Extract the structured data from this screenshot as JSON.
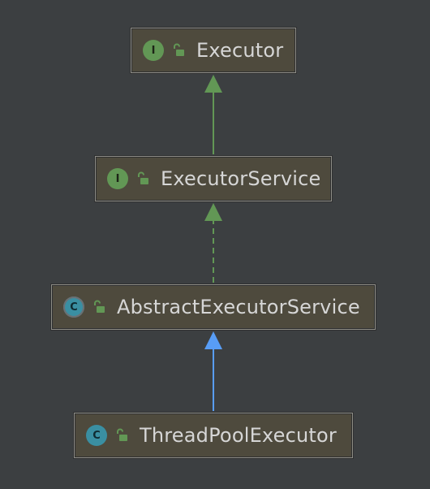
{
  "diagram": {
    "nodes": [
      {
        "id": "executor",
        "kind": "interface",
        "badge_letter": "I",
        "label": "Executor",
        "icon": "unlocked-icon"
      },
      {
        "id": "executor-service",
        "kind": "interface",
        "badge_letter": "I",
        "label": "ExecutorService",
        "icon": "unlocked-icon"
      },
      {
        "id": "abstract-executor-service",
        "kind": "abstract-class",
        "badge_letter": "C",
        "label": "AbstractExecutorService",
        "icon": "unlocked-icon"
      },
      {
        "id": "thread-pool-executor",
        "kind": "class",
        "badge_letter": "C",
        "label": "ThreadPoolExecutor",
        "icon": "unlocked-icon"
      }
    ],
    "edges": [
      {
        "from": "executor-service",
        "to": "executor",
        "relation": "extends",
        "style": "solid",
        "color": "#629755"
      },
      {
        "from": "abstract-executor-service",
        "to": "executor-service",
        "relation": "implements",
        "style": "dashed",
        "color": "#629755"
      },
      {
        "from": "thread-pool-executor",
        "to": "abstract-executor-service",
        "relation": "extends",
        "style": "solid",
        "color": "#589df6"
      }
    ],
    "colors": {
      "background": "#3c3f41",
      "node_fill": "#4e4a3d",
      "node_border": "#8e8d86",
      "interface_badge": "#629755",
      "class_badge": "#3a8fa2",
      "text": "#d6d6d6"
    }
  }
}
